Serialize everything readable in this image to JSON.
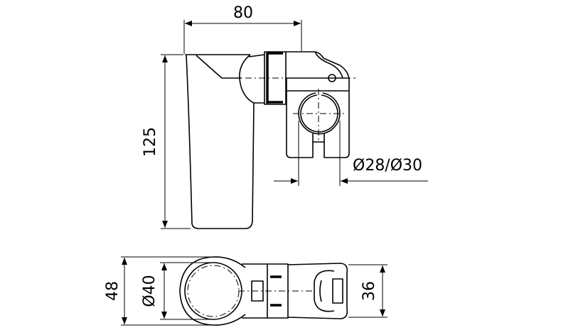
{
  "drawing": {
    "front_view": {
      "width_dim": "80",
      "height_dim": "125",
      "clamp_dim": "Ø28/Ø30"
    },
    "bottom_view": {
      "overall_dim": "48",
      "cup_dim": "Ø40",
      "clamp_dim": "36"
    }
  }
}
